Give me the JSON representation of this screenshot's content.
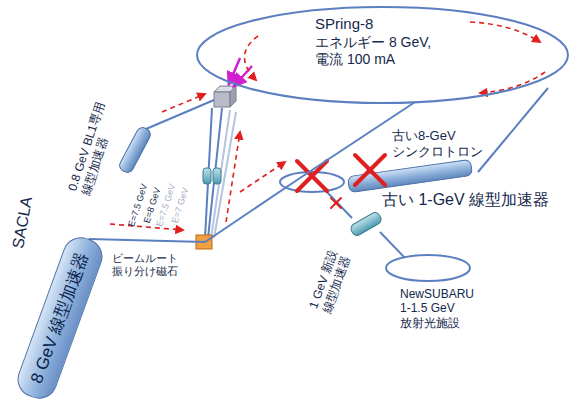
{
  "diagram": {
    "nodes": [
      {
        "text": [
          "SPring-8",
          "エネルギー 8 GeV, 電流 100 mA"
        ]
      },
      {
        "text": [
          "8 GeV 線型加速器"
        ]
      }
    ],
    "edges": [
      {
        "from": 1,
        "to": 0,
        "arrow": "none"
      }
    ],
    "labels": [
      "SACLA",
      "0.8 GeV BL1専用 線型加速器",
      "E=7.5 GeV",
      "E=8 GeV",
      "E=7.5 GeV",
      "E=7 GeV",
      "ビームルート 振り分け磁石",
      "古い8-GeV シンクロトロン",
      "古い 1-GeV 線型加速器",
      "1 GeV 新設 線型加速器",
      "NewSUBARU 1-1.5 GeV 放射光施設"
    ]
  }
}
